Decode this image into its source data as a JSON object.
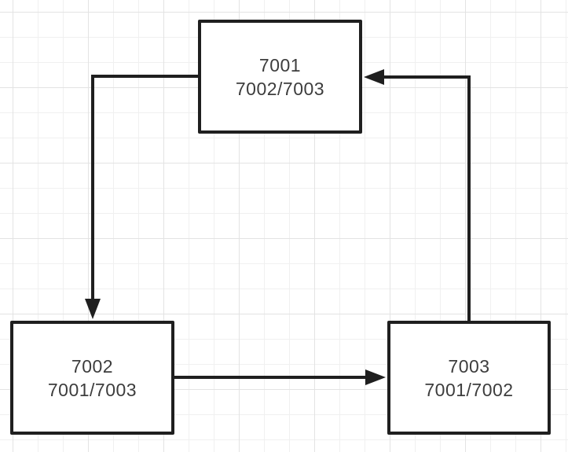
{
  "diagram": {
    "type": "node-link-cycle",
    "nodes": [
      {
        "id": "7001",
        "line1": "7001",
        "line2": "7002/7003"
      },
      {
        "id": "7002",
        "line1": "7002",
        "line2": "7001/7003"
      },
      {
        "id": "7003",
        "line1": "7003",
        "line2": "7001/7002"
      }
    ],
    "edges": [
      {
        "from": "7001",
        "to": "7002",
        "direction": "down"
      },
      {
        "from": "7002",
        "to": "7003",
        "direction": "right"
      },
      {
        "from": "7003",
        "to": "7001",
        "direction": "left"
      }
    ],
    "colors": {
      "stroke": "#1f1f1f",
      "text": "#3d3d3d",
      "node_fill": "#ffffff",
      "background": "#ffffff",
      "grid_minor": "#f0f0f0",
      "grid_major": "#e3e3e3"
    }
  }
}
